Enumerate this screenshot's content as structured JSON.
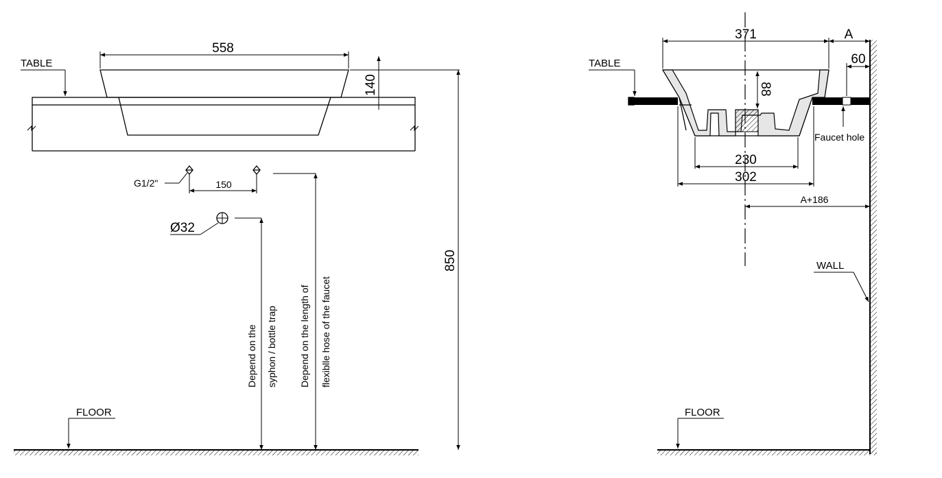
{
  "front_view": {
    "table_label": "TABLE",
    "floor_label": "FLOOR",
    "width_dim": "558",
    "rim_height_dim": "140",
    "total_height_dim": "850",
    "inlet_thread": "G1/2\"",
    "inlet_spacing_dim": "150",
    "drain_diameter": "Ø32",
    "syphon_note_line1": "Depend on the",
    "syphon_note_line2": "syphon / bottle trap",
    "hose_note_line1": "Depend on the length of",
    "hose_note_line2": "flexiblle hose of the faucet"
  },
  "side_view": {
    "table_label": "TABLE",
    "floor_label": "FLOOR",
    "wall_label": "WALL",
    "width_dim": "371",
    "offset_dim": "A",
    "faucet_offset_dim": "60",
    "depth_dim": "88",
    "inner_bottom_dim": "230",
    "outer_bottom_dim": "302",
    "wall_to_center_dim": "A+186",
    "faucet_hole_label": "Faucet hole"
  }
}
